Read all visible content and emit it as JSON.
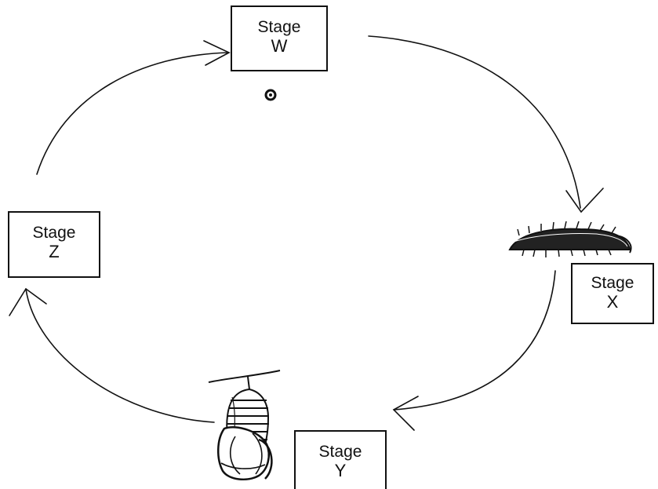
{
  "stages": {
    "w": {
      "word": "Stage",
      "letter": "W"
    },
    "x": {
      "word": "Stage",
      "letter": "X"
    },
    "y": {
      "word": "Stage",
      "letter": "Y"
    },
    "z": {
      "word": "Stage",
      "letter": "Z"
    }
  },
  "colors": {
    "line": "#111111",
    "background": "#ffffff"
  },
  "icons": {
    "w": "egg-icon",
    "x": "caterpillar-icon",
    "y": "chrysalis-icon"
  }
}
